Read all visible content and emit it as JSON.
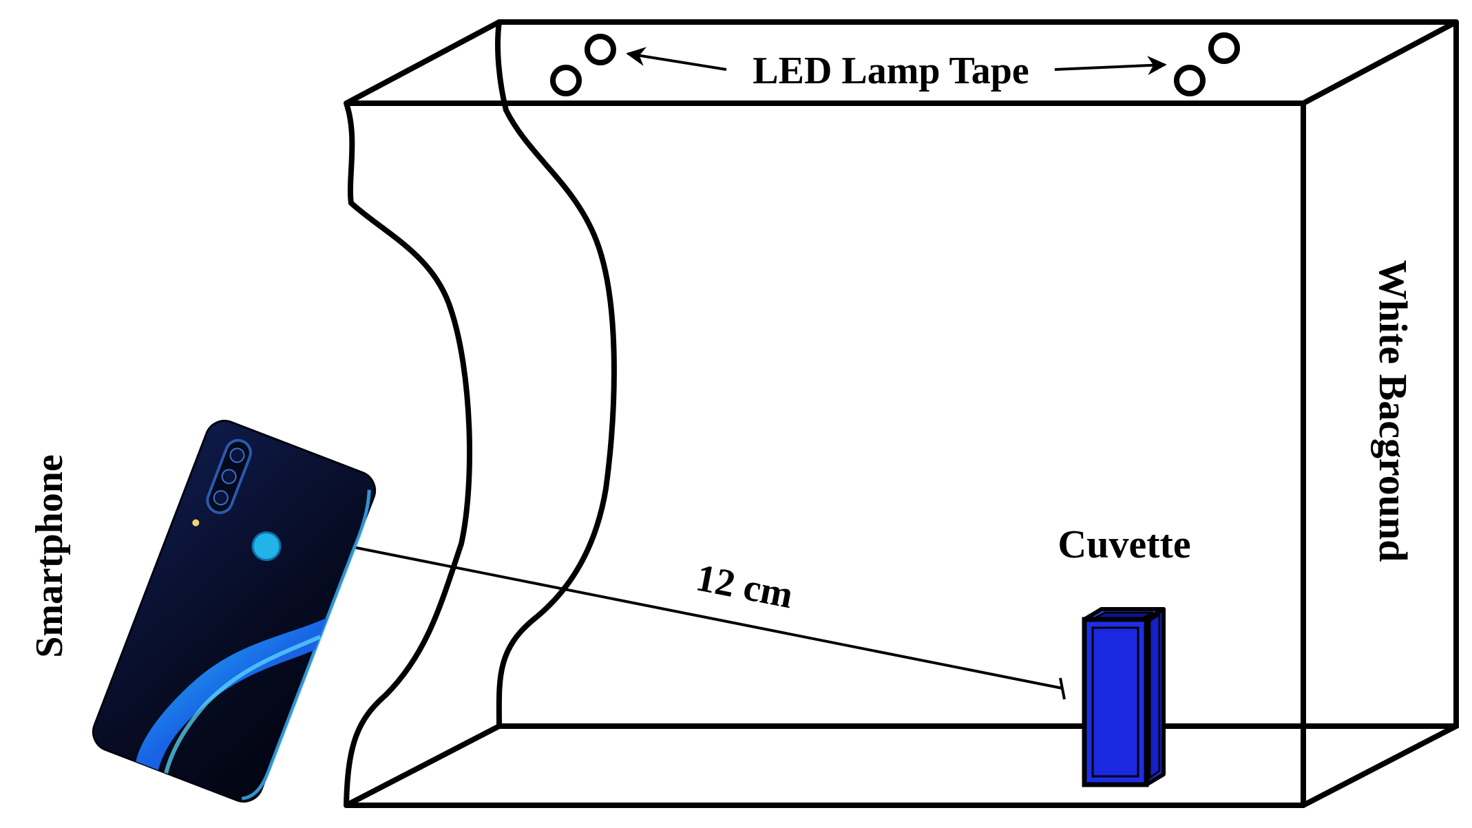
{
  "labels": {
    "led_lamp_tape": "LED Lamp Tape",
    "white_background": "White Bacground",
    "cuvette": "Cuvette",
    "distance": "12 cm",
    "smartphone": "Smartphone"
  },
  "colors": {
    "outline": "#000000",
    "background": "#ffffff",
    "cuvette_fill": "#1f2ee8",
    "phone_body": "#0a1230",
    "phone_accent": "#1aa3e0"
  },
  "icons": {
    "lamp": "led-lamp-circle-icon",
    "phone": "smartphone-icon",
    "cuvette": "cuvette-icon"
  }
}
